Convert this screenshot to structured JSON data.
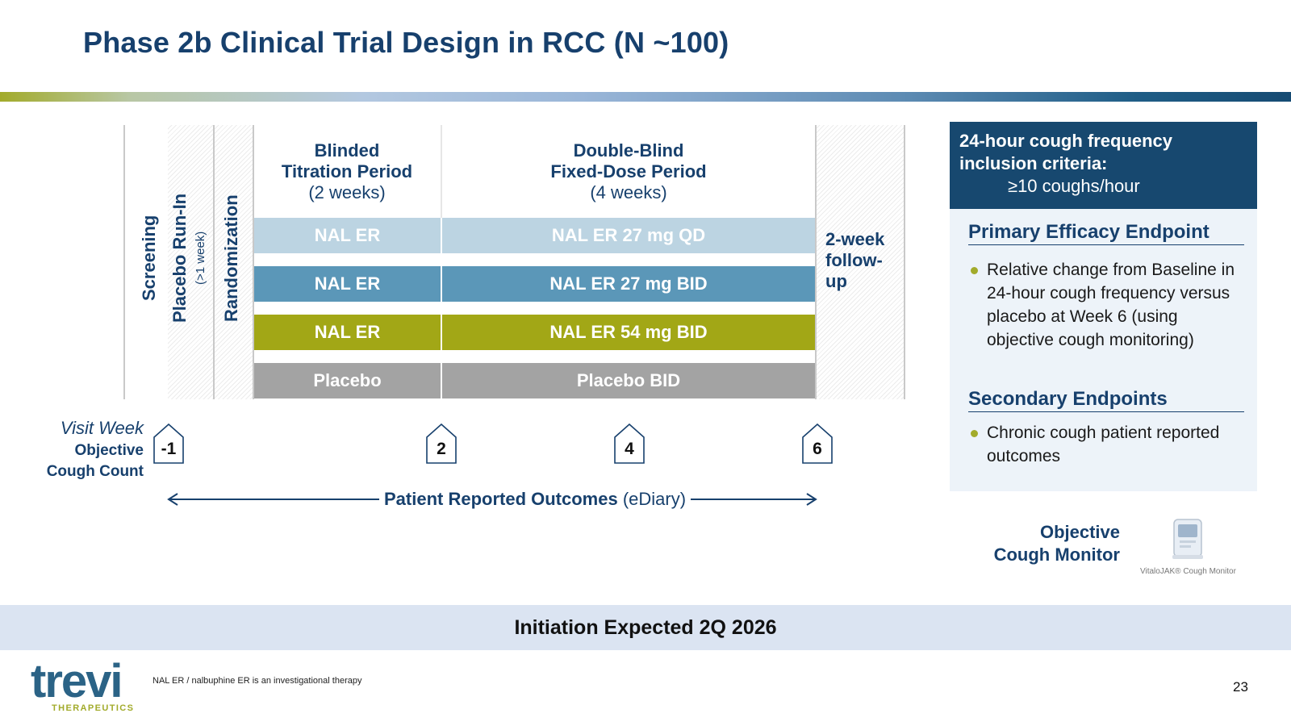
{
  "title": "Phase 2b Clinical Trial Design in RCC (N ~100)",
  "phases": {
    "screening": "Screening",
    "run_in": "Placebo Run-In",
    "run_in_duration": "(>1 week)",
    "randomization": "Randomization"
  },
  "periods": {
    "titration": {
      "name_line1": "Blinded",
      "name_line2": "Titration Period",
      "duration": "(2 weeks)"
    },
    "fixed": {
      "name_line1": "Double-Blind",
      "name_line2": "Fixed-Dose Period",
      "duration": "(4 weeks)"
    }
  },
  "arms": [
    {
      "titration": "NAL ER",
      "fixed": "NAL ER 27 mg QD",
      "color": "#bcd4e2"
    },
    {
      "titration": "NAL ER",
      "fixed": "NAL ER 27 mg BID",
      "color": "#5b97b8"
    },
    {
      "titration": "NAL ER",
      "fixed": "NAL ER 54 mg BID",
      "color": "#a2a716"
    },
    {
      "titration": "Placebo",
      "fixed": "Placebo BID",
      "color": "#a3a3a3"
    }
  ],
  "followup": {
    "line1": "2-week",
    "line2": "follow-",
    "line3": "up"
  },
  "visits": {
    "label_italic": "Visit Week",
    "label_bold_line1": "Objective",
    "label_bold_line2": "Cough Count",
    "weeks": [
      "-1",
      "2",
      "4",
      "6"
    ]
  },
  "pro": {
    "bold": "Patient Reported Outcomes",
    "normal": "(eDiary)"
  },
  "criteria": {
    "line1": "24-hour cough frequency",
    "line2": "inclusion criteria:",
    "value": "≥10 coughs/hour"
  },
  "primary": {
    "heading": "Primary Efficacy Endpoint",
    "bullet": "Relative change from Baseline in 24-hour cough frequency versus placebo at Week 6 (using objective cough monitoring)"
  },
  "secondary": {
    "heading": "Secondary Endpoints",
    "bullet": "Chronic cough patient reported outcomes"
  },
  "monitor": {
    "line1": "Objective",
    "line2": "Cough Monitor",
    "caption": "VitaloJAK® Cough Monitor"
  },
  "banner": "Initiation Expected 2Q 2026",
  "logo": {
    "name": "trevi",
    "sub": "THERAPEUTICS"
  },
  "footnote": "NAL ER / nalbuphine ER is an investigational therapy",
  "page_number": "23"
}
